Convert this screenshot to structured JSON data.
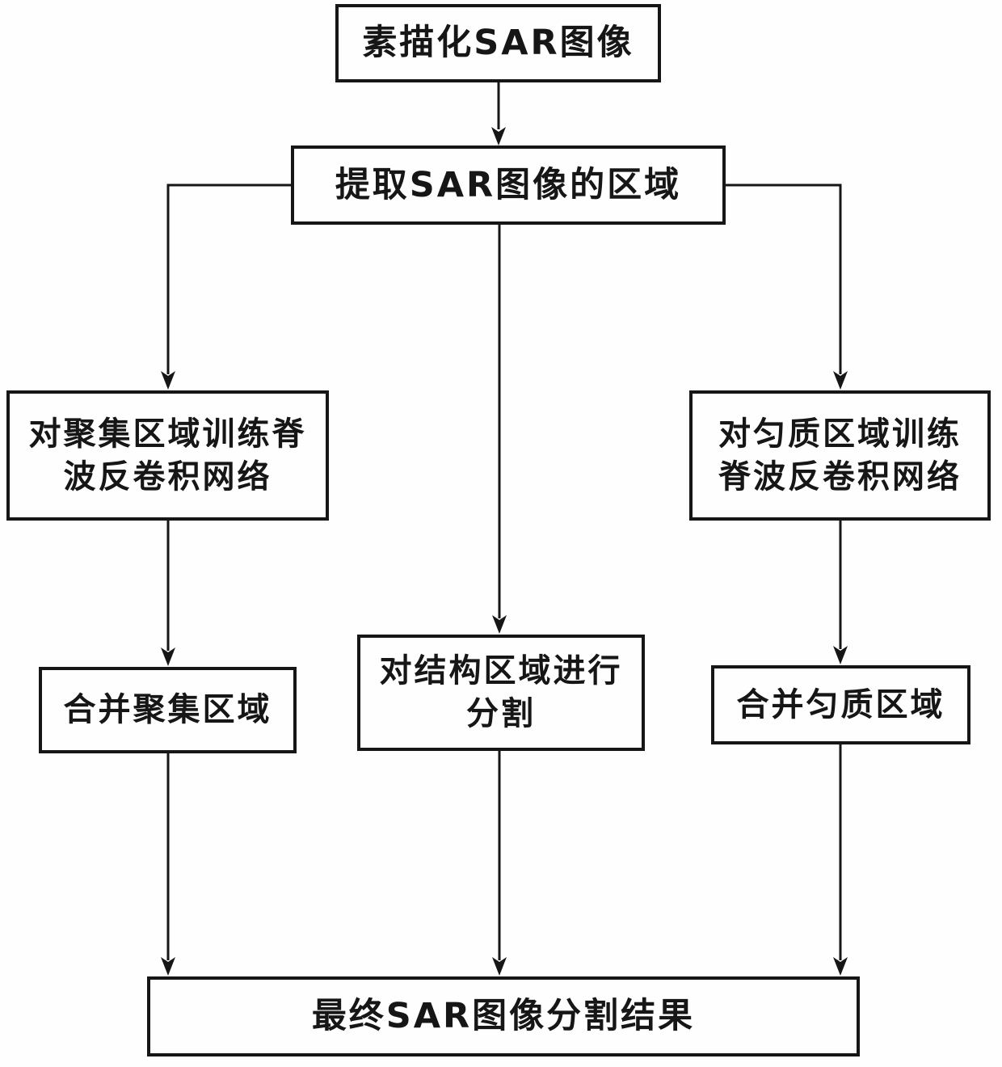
{
  "diagram": {
    "title_implicit": "SAR image segmentation flowchart",
    "colors": {
      "line": "#161616",
      "text": "#161616",
      "background": "#fefefe"
    },
    "nodes": {
      "sketch": {
        "label": "素描化SAR图像"
      },
      "extract": {
        "label": "提取SAR图像的区域"
      },
      "train_aggregate": {
        "label": "对聚集区域训练脊波反卷积网络"
      },
      "train_homogeneous": {
        "label": "对匀质区域训练脊波反卷积网络"
      },
      "segment_structure": {
        "label": "对结构区域进行分割"
      },
      "merge_aggregate": {
        "label": "合并聚集区域"
      },
      "merge_homogeneous": {
        "label": "合并匀质区域"
      },
      "final_result": {
        "label": "最终SAR图像分割结果"
      }
    },
    "edges": [
      {
        "from": "sketch",
        "to": "extract"
      },
      {
        "from": "extract",
        "to": "train_aggregate"
      },
      {
        "from": "extract",
        "to": "segment_structure"
      },
      {
        "from": "extract",
        "to": "train_homogeneous"
      },
      {
        "from": "train_aggregate",
        "to": "merge_aggregate"
      },
      {
        "from": "train_homogeneous",
        "to": "merge_homogeneous"
      },
      {
        "from": "merge_aggregate",
        "to": "final_result"
      },
      {
        "from": "segment_structure",
        "to": "final_result"
      },
      {
        "from": "merge_homogeneous",
        "to": "final_result"
      }
    ]
  }
}
